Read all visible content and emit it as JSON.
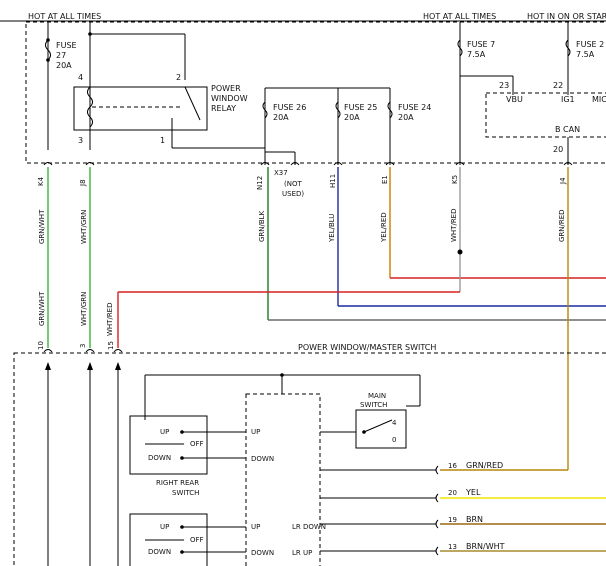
{
  "headers": {
    "hot_left": "HOT AT ALL TIMES",
    "hot_mid": "HOT AT ALL TIMES",
    "hot_right": "HOT IN ON OR STAR"
  },
  "fuses": [
    {
      "label": "FUSE",
      "num": "27",
      "amp": "20A"
    },
    {
      "label": "FUSE 26",
      "amp": "20A"
    },
    {
      "label": "FUSE 25",
      "amp": "20A"
    },
    {
      "label": "FUSE 24",
      "amp": "20A"
    },
    {
      "label": "FUSE 7",
      "amp": "7.5A"
    },
    {
      "label": "FUSE 2",
      "amp": "7.5A"
    }
  ],
  "relay": {
    "line1": "POWER",
    "line2": "WINDOW",
    "line3": "RELAY",
    "pins": [
      "4",
      "2",
      "3",
      "1"
    ]
  },
  "module": {
    "vbu": "VBU",
    "ig1": "IG1",
    "mic": "MIC",
    "bcan": "B CAN",
    "pins": [
      "23",
      "22",
      "20"
    ]
  },
  "connectors_top": {
    "k4": "K4",
    "j8": "J8",
    "n12": "N12",
    "x37": "X37",
    "not_used_1": "(NOT",
    "not_used_2": "USED)",
    "h11": "H11",
    "e1": "E1",
    "k5": "K5",
    "j4": "J4"
  },
  "wires_vertical": {
    "grn_wht": "GRN/WHT",
    "wht_grn": "WHT/GRN",
    "grn_blk": "GRN/BLK",
    "yel_blu": "YEL/BLU",
    "yel_red": "YEL/RED",
    "wht_red": "WHT/RED",
    "grn_red": "GRN/RED",
    "grn_wht_low": "GRN/WHT",
    "wht_grn_low": "WHT/GRN",
    "wht_red_low": "WHT/RED"
  },
  "master_switch": {
    "title": "POWER WINDOW/MASTER SWITCH",
    "pins_top": [
      "10",
      "3",
      "15"
    ],
    "main_switch_1": "MAIN",
    "main_switch_2": "SWITCH",
    "main_switch_pos": [
      "4",
      "0"
    ],
    "rr_up": "UP",
    "rr_off": "OFF",
    "rr_down": "DOWN",
    "rr_name_1": "RIGHT REAR",
    "rr_name_2": "SWITCH",
    "mid_up": "UP",
    "mid_down": "DOWN",
    "lr_up_btn": "UP",
    "lr_off": "OFF",
    "lr_down_btn": "DOWN",
    "lr_up_mid": "UP",
    "lr_down_mid": "DOWN",
    "lr_down": "LR DOWN",
    "lr_up": "LR UP"
  },
  "outputs": [
    {
      "pin": "16",
      "wire": "GRN/RED"
    },
    {
      "pin": "20",
      "wire": "YEL"
    },
    {
      "pin": "19",
      "wire": "BRN"
    },
    {
      "pin": "13",
      "wire": "BRN/WHT"
    }
  ],
  "colors": {
    "green": "#3bb43b",
    "dark_green": "#1e7a1e",
    "blue": "#1a2aa8",
    "orange": "#d07a00",
    "red": "#d62020",
    "yellow": "#f2e600",
    "brown": "#9a6a10",
    "brown_wht": "#a88a30",
    "gray": "#6a6a6a",
    "gold": "#b8860b"
  }
}
